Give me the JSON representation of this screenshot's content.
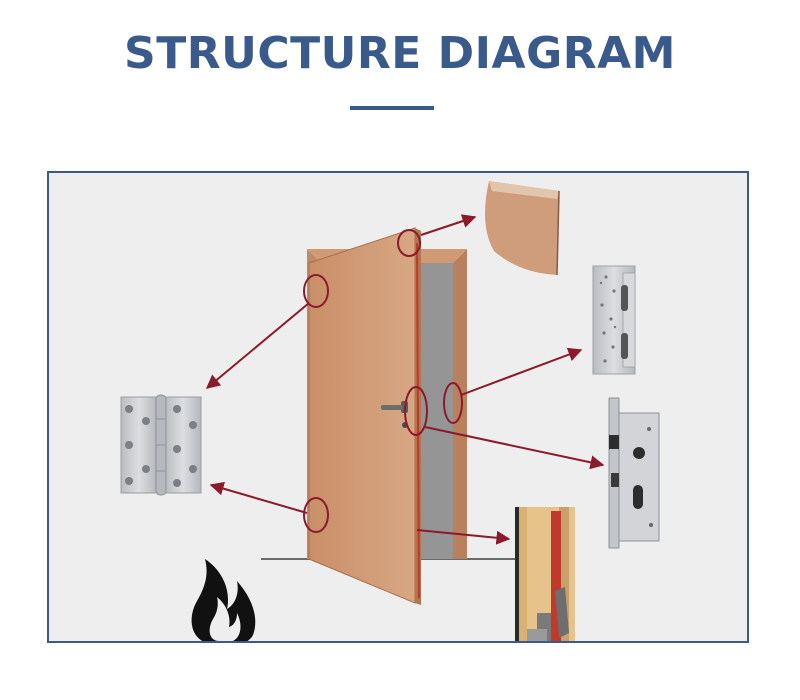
{
  "header": {
    "title": "STRUCTURE DIAGRAM"
  },
  "colors": {
    "title": "#3a5a8c",
    "frame_border": "#3a5a8c",
    "frame_background": "#efeeee",
    "door_leaf": "#d4a07d",
    "door_frame": "#c9916d",
    "callout": "#8b1a2b",
    "steel": "#c8cace",
    "flame": "#111111",
    "fire_core": "#c0392b"
  },
  "diagram": {
    "components": [
      "door-frame",
      "door-leaf",
      "door-handle",
      "edge-sample",
      "strike-plate",
      "hinge",
      "mortise-lock",
      "fire-core-cross-section",
      "fire-icon"
    ]
  }
}
